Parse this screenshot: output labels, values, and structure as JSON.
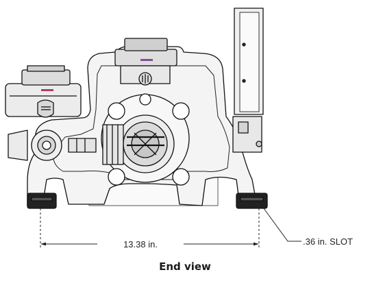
{
  "figure": {
    "caption": "End view",
    "dimensions": {
      "width_label": "13.38 in.",
      "slot_label": ".36 in. SLOT"
    }
  }
}
